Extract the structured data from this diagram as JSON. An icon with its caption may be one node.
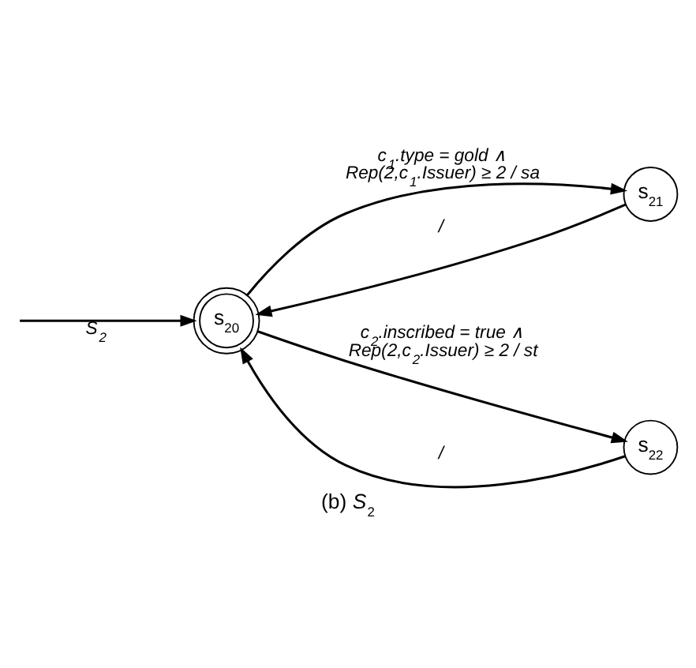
{
  "diagram": {
    "caption": "(b) *S*$_{2}$",
    "nodes": [
      {
        "text": [
          "s$_{20}$"
        ]
      },
      {
        "text": [
          "s$_{21}$"
        ]
      },
      {
        "text": [
          "s$_{22}$"
        ]
      }
    ],
    "edges": [
      {
        "from": null,
        "to": 0,
        "arrow": "to",
        "label": "S$_{2}$"
      },
      {
        "from": 0,
        "to": 1,
        "arrow": "to",
        "label": "c$_{1}$.type = gold ∧ Rep(2,c$_{1}$.Issuer) ≥ 2 / sa"
      },
      {
        "from": 1,
        "to": 0,
        "arrow": "to",
        "label": "/"
      },
      {
        "from": 0,
        "to": 2,
        "arrow": "to",
        "label": "c$_{2}$.inscribed = true ∧ Rep(2,c$_{2}$.Issuer) ≥ 2 / st"
      },
      {
        "from": 2,
        "to": 0,
        "arrow": "to",
        "label": "/"
      }
    ]
  }
}
